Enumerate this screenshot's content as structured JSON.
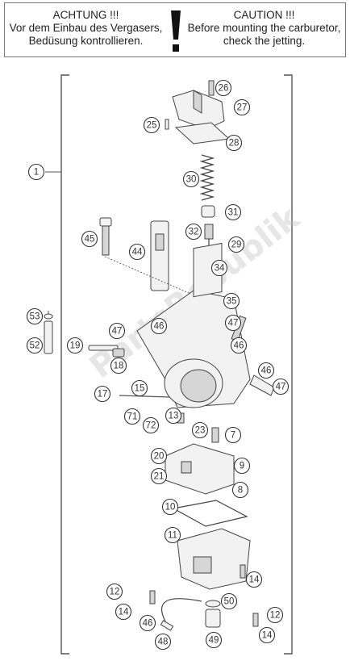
{
  "warning": {
    "de_lines": [
      "ACHTUNG !!!",
      "Vor dem Einbau des Vergasers,",
      "Bedüsung kontrollieren."
    ],
    "en_lines": [
      "CAUTION !!!",
      "Before mounting the carburetor,",
      "check the jetting."
    ]
  },
  "watermark": "PartsRepublik",
  "callouts": [
    "1",
    "26",
    "27",
    "25",
    "28",
    "30",
    "31",
    "32",
    "29",
    "45",
    "44",
    "34",
    "35",
    "53",
    "52",
    "47",
    "46",
    "47",
    "19",
    "18",
    "46",
    "46",
    "47",
    "17",
    "15",
    "71",
    "72",
    "13",
    "23",
    "7",
    "20",
    "21",
    "9",
    "8",
    "10",
    "11",
    "12",
    "14",
    "14",
    "50",
    "12",
    "46",
    "14",
    "48",
    "49"
  ]
}
